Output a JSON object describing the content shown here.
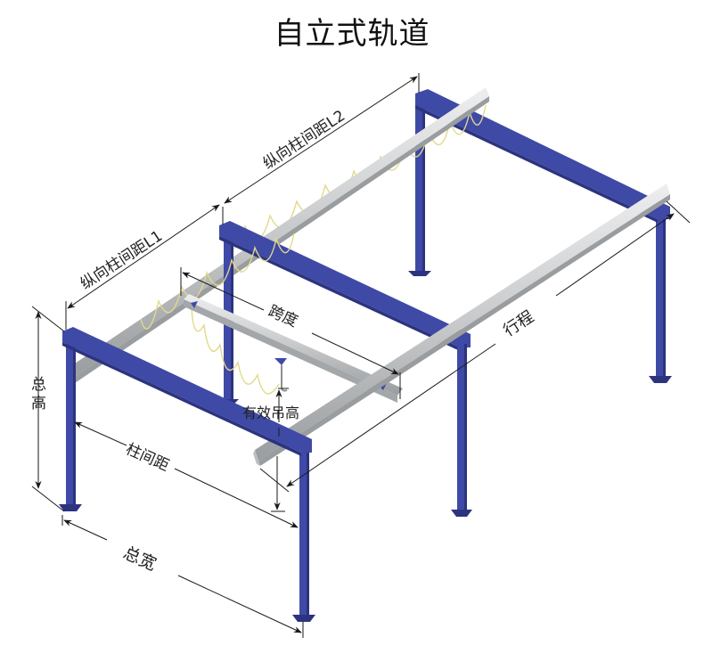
{
  "title": "自立式轨道",
  "colors": {
    "steel_blue": "#3f4aa6",
    "steel_blue_dark": "#2c347f",
    "rail_light": "#d9dadb",
    "rail_mid": "#b5b7b9",
    "rail_dark": "#8e9193",
    "cable": "#e6dc8c",
    "dimension_line": "#1a1a1a"
  },
  "labels": {
    "longitudinal_post_spacing_L2": "纵向柱间距L2",
    "longitudinal_post_spacing_L1": "纵向柱间距L1",
    "span": "跨度",
    "travel": "行程",
    "total_height": "总高",
    "total_height_char1": "总",
    "total_height_char2": "高",
    "effective_lifting_height": "有效吊高",
    "post_spacing": "柱间距",
    "total_width": "总宽"
  }
}
